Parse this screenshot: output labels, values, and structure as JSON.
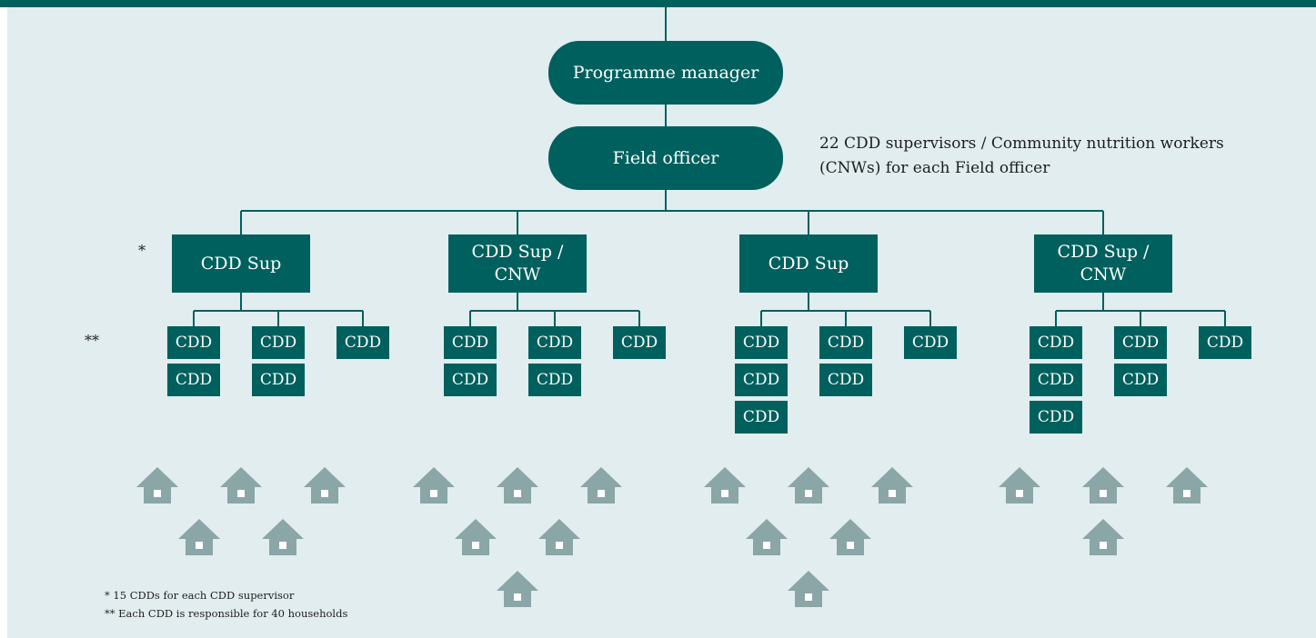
{
  "colors": {
    "box": "#00605e",
    "line": "#00605e",
    "background": "#e1edee",
    "house": "#8aa6a7"
  },
  "top": {
    "programme_manager": "Programme manager",
    "field_officer": "Field officer",
    "field_note": "22 CDD supervisors / Community nutrition workers (CNWs) for each Field officer"
  },
  "markers": {
    "single": "*",
    "double": "**"
  },
  "branches": [
    {
      "supervisor": "CDD Sup",
      "cdd_label": "CDD",
      "column_counts": [
        2,
        2,
        1
      ],
      "house_rows": [
        3,
        2
      ]
    },
    {
      "supervisor": "CDD Sup / CNW",
      "cdd_label": "CDD",
      "column_counts": [
        2,
        2,
        1
      ],
      "house_rows": [
        3,
        2,
        1
      ]
    },
    {
      "supervisor": "CDD Sup",
      "cdd_label": "CDD",
      "column_counts": [
        3,
        2,
        1
      ],
      "house_rows": [
        3,
        2,
        1
      ]
    },
    {
      "supervisor": "CDD Sup / CNW",
      "cdd_label": "CDD",
      "column_counts": [
        3,
        2,
        1
      ],
      "house_rows": [
        3,
        1
      ]
    }
  ],
  "footnotes": [
    "* 15 CDDs for each CDD supervisor",
    "** Each CDD is responsible for 40 households"
  ]
}
